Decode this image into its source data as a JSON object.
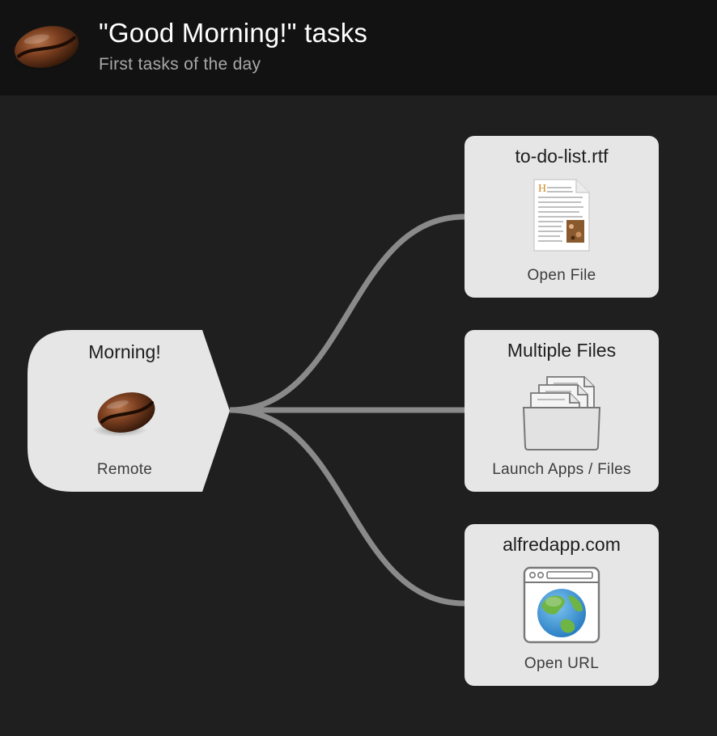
{
  "header": {
    "title": "\"Good Morning!\" tasks",
    "subtitle": "First tasks of the day",
    "icon": "coffee-bean-icon"
  },
  "trigger": {
    "title": "Morning!",
    "subtitle": "Remote",
    "icon": "coffee-bean-icon"
  },
  "actions": [
    {
      "title": "to-do-list.rtf",
      "subtitle": "Open File",
      "icon": "rtf-document-icon"
    },
    {
      "title": "Multiple Files",
      "subtitle": "Launch Apps / Files",
      "icon": "folder-files-icon"
    },
    {
      "title": "alfredapp.com",
      "subtitle": "Open URL",
      "icon": "browser-globe-icon"
    }
  ],
  "colors": {
    "background": "#1f1f1f",
    "header": "#121212",
    "node": "#e6e6e6",
    "connector": "#8a8a8a"
  }
}
